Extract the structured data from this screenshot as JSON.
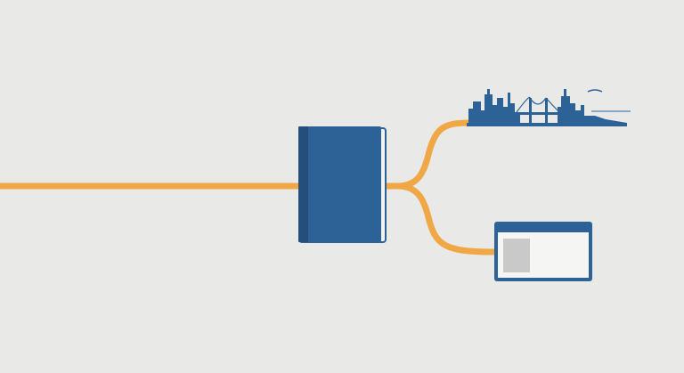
{
  "diagram": {
    "background_color": "#e9e9e8",
    "connector_color": "#f0a847",
    "primary_color": "#2d6297",
    "accent_color": "#244f7d",
    "nodes": [
      {
        "id": "source-line",
        "icon": "horizontal-line"
      },
      {
        "id": "book",
        "icon": "book-icon"
      },
      {
        "id": "city",
        "icon": "city-skyline-icon"
      },
      {
        "id": "browser-window",
        "icon": "browser-window-icon"
      }
    ],
    "edges": [
      {
        "from": "source-line",
        "to": "book"
      },
      {
        "from": "book",
        "to": "city"
      },
      {
        "from": "book",
        "to": "browser-window"
      }
    ]
  }
}
